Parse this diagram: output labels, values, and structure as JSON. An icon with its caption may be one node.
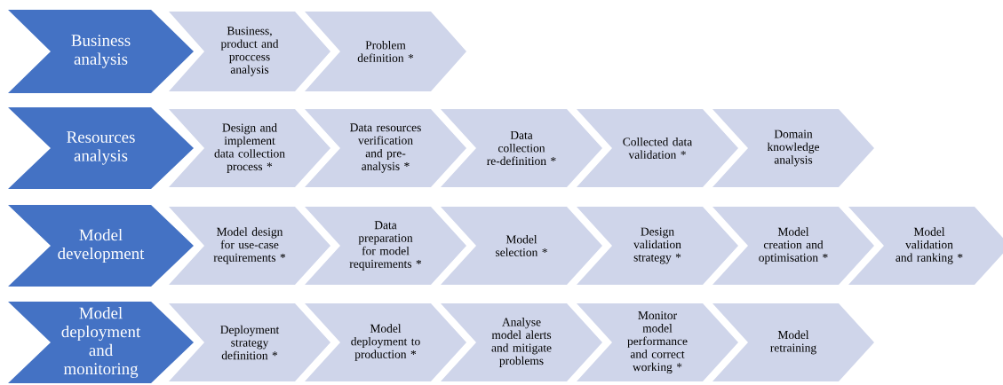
{
  "diagram": {
    "nodes": [
      {
        "text": [
          "Business analysis"
        ]
      },
      {
        "text": [
          "Business, product and proccess analysis"
        ]
      },
      {
        "text": [
          "Problem definition *"
        ]
      },
      {
        "text": [
          "Resources analysis"
        ]
      },
      {
        "text": [
          "Design and implement data collection process *"
        ]
      },
      {
        "text": [
          "Data resources verification and pre-analysis *"
        ]
      },
      {
        "text": [
          "Data collection re-definition *"
        ]
      },
      {
        "text": [
          "Collected data validation *"
        ]
      },
      {
        "text": [
          "Domain knowledge analysis"
        ]
      },
      {
        "text": [
          "Model development"
        ]
      },
      {
        "text": [
          "Model design for use-case requirements *"
        ]
      },
      {
        "text": [
          "Data preparation for model requirements *"
        ]
      },
      {
        "text": [
          "Model selection *"
        ]
      },
      {
        "text": [
          "Design validation strategy *"
        ]
      },
      {
        "text": [
          "Model creation and optimisation *"
        ]
      },
      {
        "text": [
          "Model validation and ranking *"
        ]
      },
      {
        "text": [
          "Model deployment and monitoring"
        ]
      },
      {
        "text": [
          "Deployment strategy definition *"
        ]
      },
      {
        "text": [
          "Model deployment to production *"
        ]
      },
      {
        "text": [
          "Analyse model alerts and mitigate problems"
        ]
      },
      {
        "text": [
          "Monitor model performance and correct working *"
        ]
      },
      {
        "text": [
          "Model retraining"
        ]
      }
    ]
  }
}
